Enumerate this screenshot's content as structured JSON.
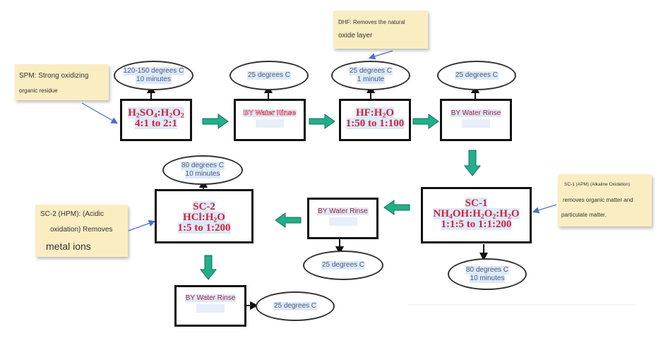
{
  "colors": {
    "chem_text": "#d2213a",
    "rinse_text": "#a0203a",
    "note_bg": "#fbedc2",
    "flow_arrow": "#1fb08a",
    "callout_arrow": "#4a72c4",
    "highlight": "#dce9f8"
  },
  "steps": {
    "spm": {
      "line1_parts": [
        "H",
        "2",
        "SO",
        "4",
        ":H",
        "2",
        "O",
        "2"
      ],
      "line2": "4:1 to 2:1",
      "cond": [
        "120-150 degrees C",
        "10 minutes"
      ]
    },
    "rinse1": {
      "label": "BY Water Rinse",
      "cond": [
        "25 degrees C"
      ]
    },
    "dhf": {
      "line1_parts": [
        "HF:H",
        "2",
        "O"
      ],
      "line2": "1:50 to 1:100",
      "cond": [
        "25 degrees C",
        "1 minute"
      ]
    },
    "rinse2": {
      "label": "BY Water Rinse",
      "cond": [
        "25 degrees C"
      ]
    },
    "sc1": {
      "title": "SC-1",
      "line1_parts": [
        "NH",
        "4",
        "OH:H",
        "2",
        "O",
        "2",
        ":H",
        "2",
        "O"
      ],
      "line2": "1:1:5 to 1:1:200",
      "cond": [
        "80 degrees C",
        "10 minutes"
      ]
    },
    "rinse3": {
      "label": "BY Water Rinse",
      "cond": [
        "25 degrees C"
      ]
    },
    "sc2": {
      "title": "SC-2",
      "line1_parts": [
        "HCl:H",
        "2",
        "O"
      ],
      "line2": "1:5 to 1:200",
      "cond": [
        "80 degrees C",
        "10 minutes"
      ]
    },
    "rinse4": {
      "label": "BY Water Rinse",
      "cond": [
        "25 degrees C"
      ]
    }
  },
  "notes": {
    "spm": [
      "SPM: Strong oxidizing",
      "organic residue"
    ],
    "dhf": [
      "DHF: Removes the natural",
      "oxide layer"
    ],
    "sc1": [
      "SC-1 (APM)  (Alkaline Oxidation)",
      "removes organic matter and",
      "particulate matter."
    ],
    "sc2": [
      "SC-2 (HPM): (Acidic",
      "oxidation) Removes",
      "metal ions"
    ]
  }
}
